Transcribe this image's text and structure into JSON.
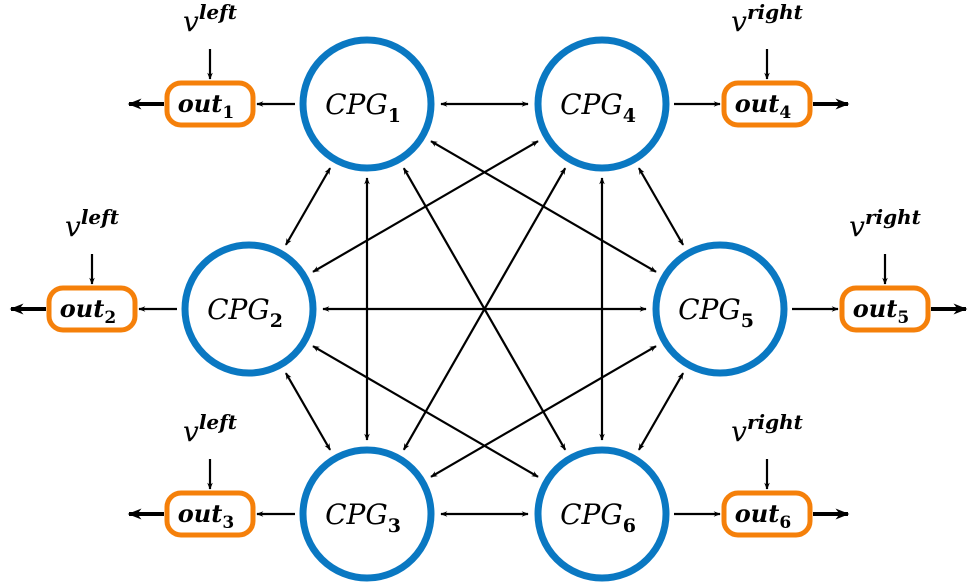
{
  "title": "Fully connected CPG network with left/right outputs",
  "colors": {
    "cpg_stroke": "#0a78c2",
    "out_stroke": "#f5800a",
    "arrow": "#000000",
    "background": "#ffffff"
  },
  "nodes": [
    {
      "id": "cpg1",
      "base": "CPG",
      "sub": "1",
      "side": "left",
      "row": 0
    },
    {
      "id": "cpg2",
      "base": "CPG",
      "sub": "2",
      "side": "left",
      "row": 1
    },
    {
      "id": "cpg3",
      "base": "CPG",
      "sub": "3",
      "side": "left",
      "row": 2
    },
    {
      "id": "cpg4",
      "base": "CPG",
      "sub": "4",
      "side": "right",
      "row": 0
    },
    {
      "id": "cpg5",
      "base": "CPG",
      "sub": "5",
      "side": "right",
      "row": 1
    },
    {
      "id": "cpg6",
      "base": "CPG",
      "sub": "6",
      "side": "right",
      "row": 2
    }
  ],
  "outputs": [
    {
      "id": "out1",
      "base": "out",
      "sub": "1",
      "from": "cpg1",
      "input_base": "v",
      "input_sup": "left"
    },
    {
      "id": "out2",
      "base": "out",
      "sub": "2",
      "from": "cpg2",
      "input_base": "v",
      "input_sup": "left"
    },
    {
      "id": "out3",
      "base": "out",
      "sub": "3",
      "from": "cpg3",
      "input_base": "v",
      "input_sup": "left"
    },
    {
      "id": "out4",
      "base": "out",
      "sub": "4",
      "from": "cpg4",
      "input_base": "v",
      "input_sup": "right"
    },
    {
      "id": "out5",
      "base": "out",
      "sub": "5",
      "from": "cpg5",
      "input_base": "v",
      "input_sup": "right"
    },
    {
      "id": "out6",
      "base": "out",
      "sub": "6",
      "from": "cpg6",
      "input_base": "v",
      "input_sup": "right"
    }
  ],
  "edges": [
    {
      "a": "cpg1",
      "b": "cpg2",
      "bidirectional": true
    },
    {
      "a": "cpg1",
      "b": "cpg3",
      "bidirectional": true
    },
    {
      "a": "cpg1",
      "b": "cpg4",
      "bidirectional": true
    },
    {
      "a": "cpg1",
      "b": "cpg5",
      "bidirectional": true
    },
    {
      "a": "cpg1",
      "b": "cpg6",
      "bidirectional": true
    },
    {
      "a": "cpg2",
      "b": "cpg3",
      "bidirectional": true
    },
    {
      "a": "cpg2",
      "b": "cpg4",
      "bidirectional": true
    },
    {
      "a": "cpg2",
      "b": "cpg5",
      "bidirectional": true
    },
    {
      "a": "cpg2",
      "b": "cpg6",
      "bidirectional": true
    },
    {
      "a": "cpg3",
      "b": "cpg4",
      "bidirectional": true
    },
    {
      "a": "cpg3",
      "b": "cpg5",
      "bidirectional": true
    },
    {
      "a": "cpg3",
      "b": "cpg6",
      "bidirectional": true
    },
    {
      "a": "cpg4",
      "b": "cpg5",
      "bidirectional": true
    },
    {
      "a": "cpg4",
      "b": "cpg6",
      "bidirectional": true
    },
    {
      "a": "cpg5",
      "b": "cpg6",
      "bidirectional": true
    }
  ]
}
